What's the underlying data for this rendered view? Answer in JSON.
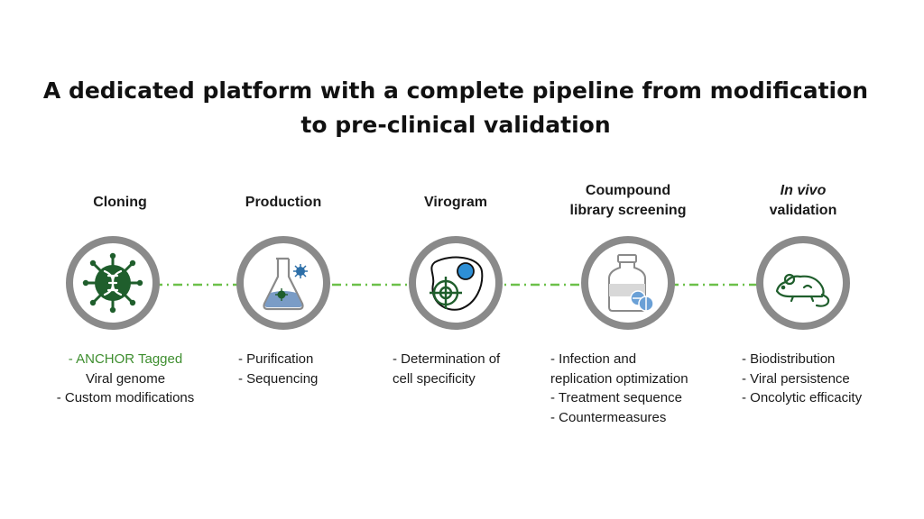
{
  "title": {
    "line1": "A dedicated platform with a complete pipeline from modification",
    "line2": "to pre-clinical validation"
  },
  "colors": {
    "connector": "#6cc04a",
    "icon_green": "#1f5e2c",
    "circle_border": "#8a8a8a",
    "highlight": "#3e8e2f"
  },
  "steps": [
    {
      "title_lines": [
        "Cloning"
      ],
      "icon": "virus-dna-icon",
      "details": [
        "- ANCHOR Tagged",
        "Viral genome",
        "- Custom modifications"
      ]
    },
    {
      "title_lines": [
        "Production"
      ],
      "icon": "flask-virus-icon",
      "details": [
        "- Purification",
        "- Sequencing"
      ]
    },
    {
      "title_lines": [
        "Virogram"
      ],
      "icon": "target-cell-icon",
      "details": [
        "- Determination of",
        "cell specificity"
      ]
    },
    {
      "title_lines": [
        "Coumpound",
        "library screening"
      ],
      "icon": "drug-vial-pills-icon",
      "details": [
        "- Infection and",
        "replication optimization",
        "- Treatment sequence",
        "- Countermeasures"
      ]
    },
    {
      "title_lines": [
        "In vivo",
        "validation"
      ],
      "icon": "mouse-icon",
      "details": [
        "- Biodistribution",
        "- Viral persistence",
        "- Oncolytic efficacity"
      ]
    }
  ]
}
